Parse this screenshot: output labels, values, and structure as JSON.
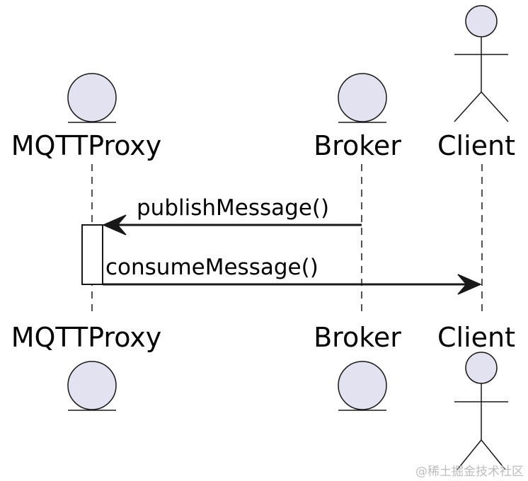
{
  "participants": [
    {
      "id": "mqttproxy",
      "name": "MQTTProxy",
      "kind": "entity"
    },
    {
      "id": "broker",
      "name": "Broker",
      "kind": "entity"
    },
    {
      "id": "client",
      "name": "Client",
      "kind": "actor"
    }
  ],
  "messages": [
    {
      "from": "broker",
      "to": "mqttproxy",
      "label": "publishMessage()"
    },
    {
      "from": "mqttproxy",
      "to": "client",
      "label": "consumeMessage()"
    }
  ],
  "watermark": "@稀土掘金技术社区",
  "colors": {
    "entity_fill": "#e2e2f0",
    "stroke": "#181818",
    "arrow": "#181818"
  }
}
